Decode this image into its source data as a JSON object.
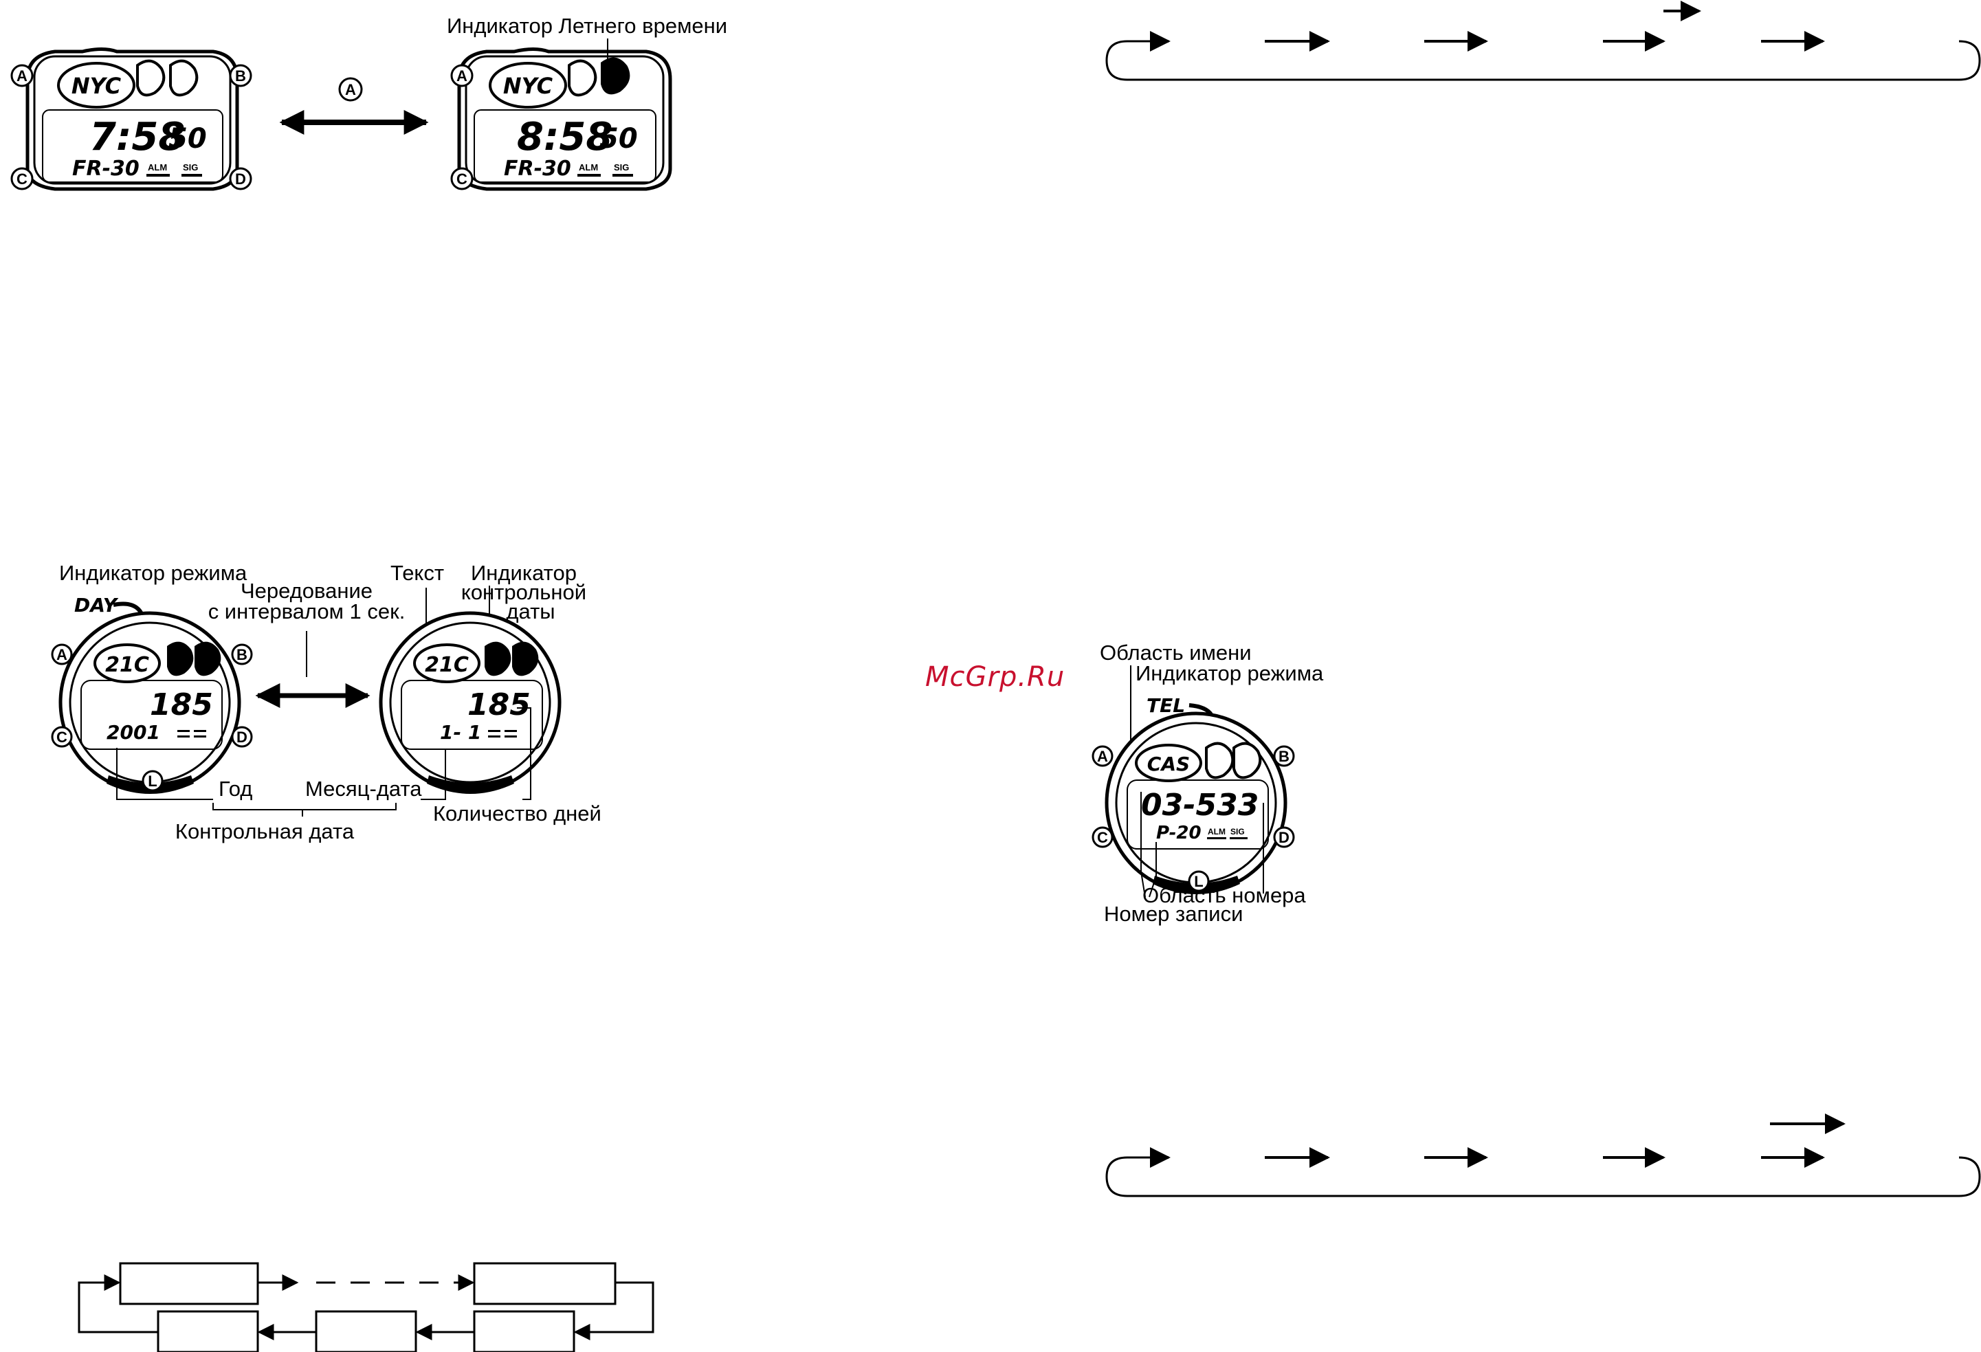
{
  "watermark": "McGrp.Ru",
  "fig_dst": {
    "button_a": "A",
    "button_b": "B",
    "button_c": "C",
    "button_d": "D",
    "toggle_button": "A",
    "label_dst_indicator": "Индикатор Летнего времени",
    "left_display": {
      "city": "NYC",
      "time": "7:58",
      "seconds": "50",
      "bottom": "FR-30",
      "alm": "ALM",
      "sig": "SIG"
    },
    "right_display": {
      "city": "NYC",
      "time": "8:58",
      "seconds": "50",
      "bottom": "FR-30",
      "alm": "ALM",
      "sig": "SIG"
    }
  },
  "fig_day": {
    "label_mode_indicator": "Индикатор режима",
    "mode_word": "DAY",
    "label_alternate_1": "Чередование",
    "label_alternate_2": "с интервалом 1 сек.",
    "label_text": "Текст",
    "label_target_1": "Индикатор",
    "label_target_2": "контрольной",
    "label_target_3": "даты",
    "left_display": {
      "name": "21C",
      "days": "185",
      "year": "2001"
    },
    "right_display": {
      "name": "21C",
      "days": "185",
      "month_day": "1- 1"
    },
    "label_year": "Год",
    "label_month_date": "Месяц-дата",
    "label_days_count": "Количество дней",
    "label_target_date": "Контрольная дата",
    "button_a": "A",
    "button_b": "B",
    "button_c": "C",
    "button_d": "D",
    "button_l": "L"
  },
  "fig_tel": {
    "label_name_area": "Область имени",
    "label_mode_indicator": "Индикатор режима",
    "mode_word": "TEL",
    "display": {
      "name": "CAS",
      "number": "03-533",
      "record": "P-20",
      "alm": "ALM",
      "sig": "SIG"
    },
    "label_number_area": "Область номера",
    "label_record_number": "Номер записи",
    "button_a": "A",
    "button_b": "B",
    "button_c": "C",
    "button_d": "D",
    "button_l": "L"
  }
}
